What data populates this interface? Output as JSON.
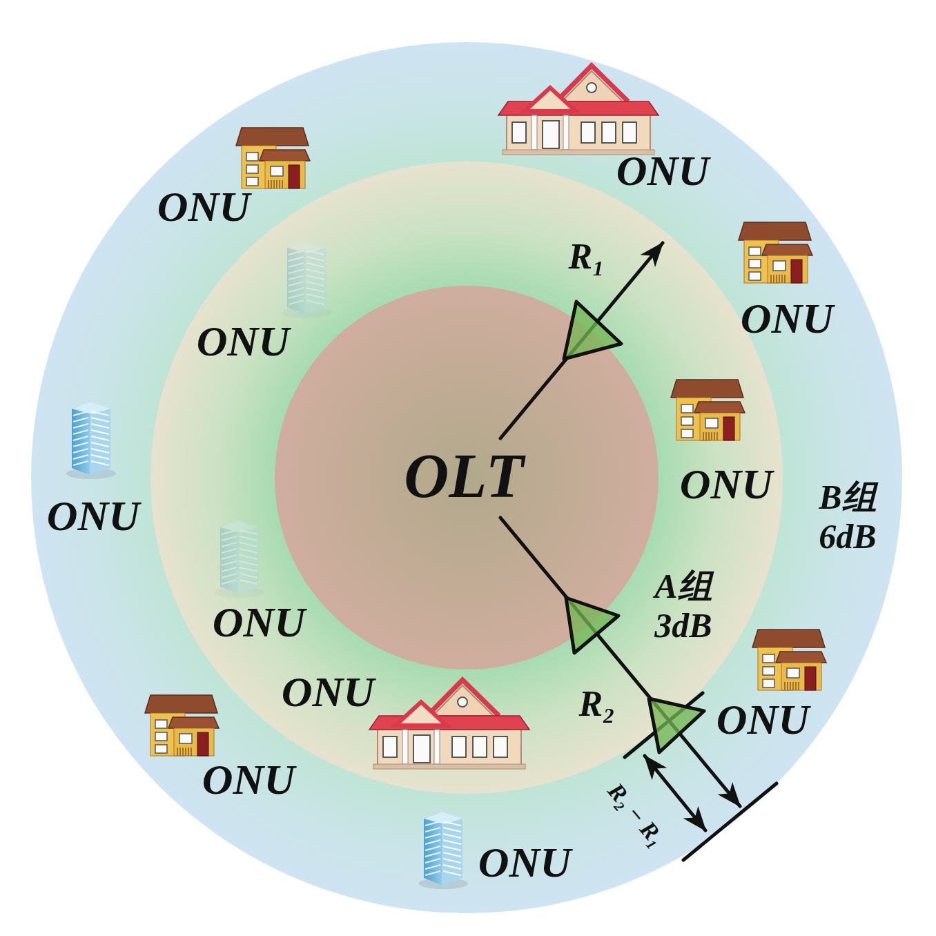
{
  "diagram": {
    "nodes": [
      {
        "text": [
          "B组 6dB"
        ]
      },
      {
        "text": [
          "A组 3dB"
        ],
        "in": 0
      },
      {
        "text": [
          "OLT"
        ],
        "in": 1
      }
    ],
    "labels": [
      "ONU",
      "ONU",
      "ONU",
      "ONU",
      "ONU",
      "ONU",
      "ONU",
      "ONU",
      "ONU",
      "ONU",
      "ONU",
      "R₁",
      "R₂",
      "R₂ − R₁"
    ]
  }
}
